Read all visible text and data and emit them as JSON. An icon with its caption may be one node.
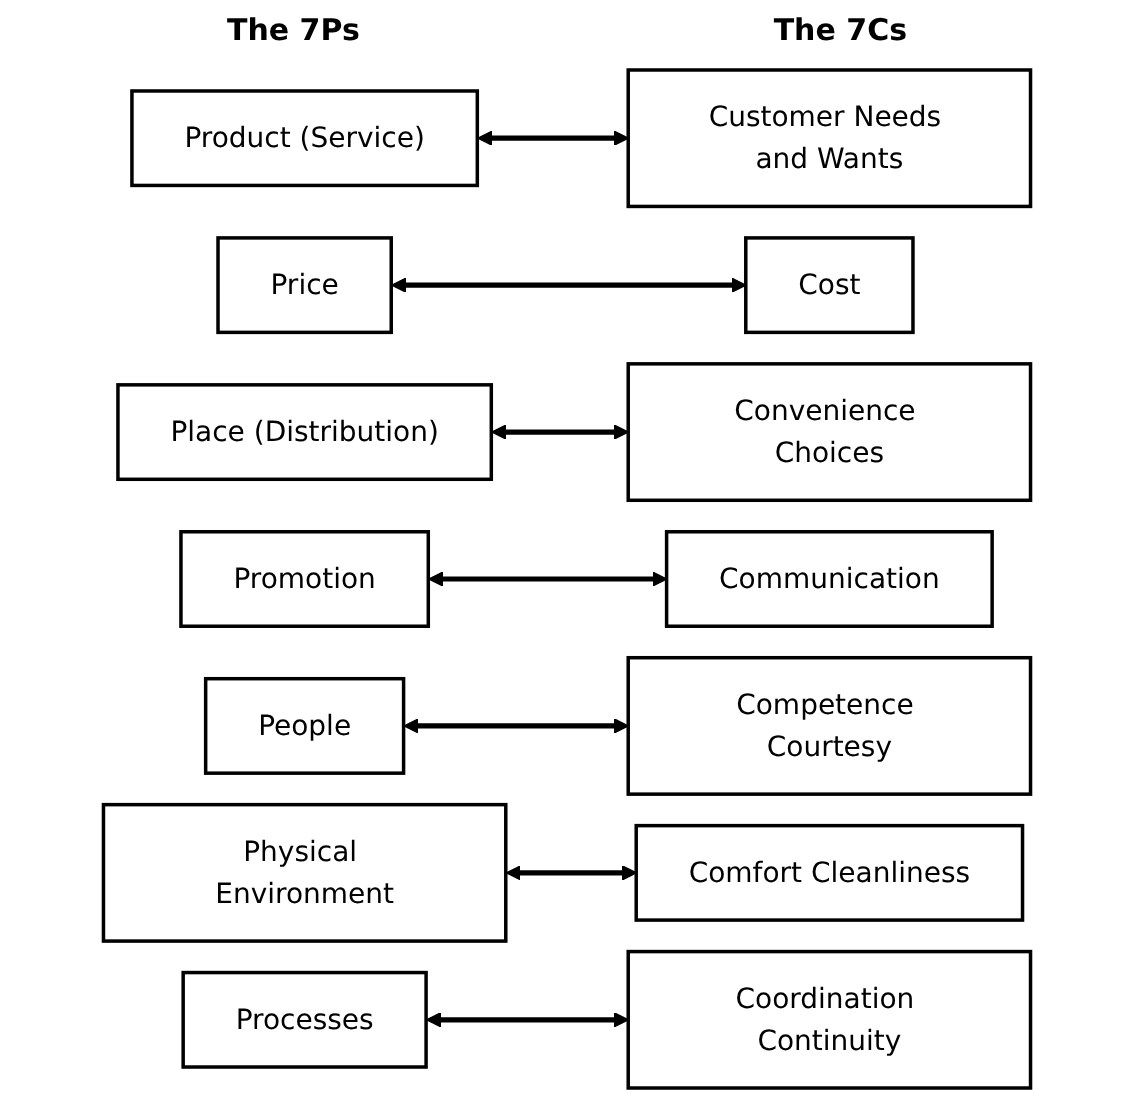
{
  "diagram": {
    "nodes": [
      {
        "text": [
          "Product (Service)"
        ]
      },
      {
        "text": [
          "Customer Needs and Wants"
        ]
      },
      {
        "text": [
          "Price"
        ]
      },
      {
        "text": [
          "Cost"
        ]
      },
      {
        "text": [
          "Place (Distribution)"
        ]
      },
      {
        "text": [
          "Convenience Choices"
        ]
      },
      {
        "text": [
          "Promotion"
        ]
      },
      {
        "text": [
          "Communication"
        ]
      },
      {
        "text": [
          "People"
        ]
      },
      {
        "text": [
          "Competence Courtesy"
        ]
      },
      {
        "text": [
          "Physical Environment"
        ]
      },
      {
        "text": [
          "Comfort Cleanliness"
        ]
      },
      {
        "text": [
          "Processes"
        ]
      },
      {
        "text": [
          "Coordination Continuity"
        ]
      }
    ],
    "edges": [
      {
        "from": 0,
        "to": 1,
        "arrow": "both"
      },
      {
        "from": 2,
        "to": 3,
        "arrow": "both"
      },
      {
        "from": 4,
        "to": 5,
        "arrow": "both"
      },
      {
        "from": 6,
        "to": 7,
        "arrow": "both"
      },
      {
        "from": 8,
        "to": 9,
        "arrow": "both"
      },
      {
        "from": 10,
        "to": 11,
        "arrow": "both"
      },
      {
        "from": 12,
        "to": 13,
        "arrow": "both"
      }
    ],
    "labels": [
      "The 7Ps",
      "The 7Cs"
    ]
  }
}
